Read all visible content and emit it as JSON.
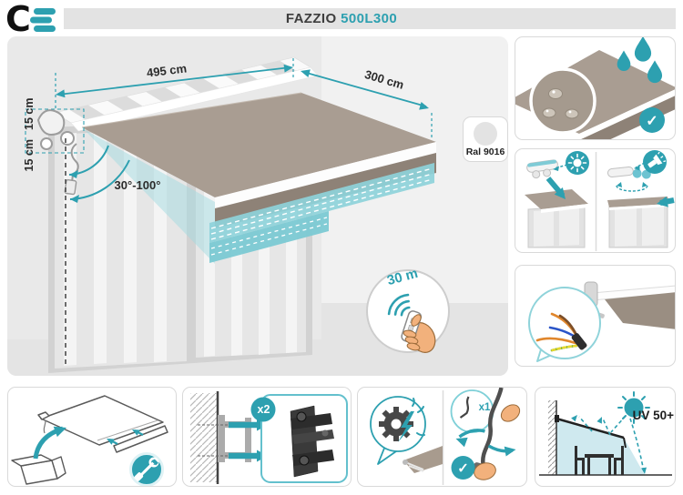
{
  "header": {
    "logo_letter": "C",
    "title_product": "FAZZIO",
    "title_model": "500L300"
  },
  "main_diagram": {
    "width_label": "495 cm",
    "projection_label": "300 cm",
    "mount_offset_label_1": "15 cm",
    "mount_offset_label_2": "15 cm",
    "pitch_angle_label": "30°-100°",
    "frame_color_label": "Ral 9016",
    "remote_range_label": "30 m"
  },
  "panels": {
    "wall_brackets_count": "x2",
    "crank_handle_count": "x1",
    "uv_protection_label": "UV 50+"
  },
  "icons": {
    "check": "✓"
  },
  "colors": {
    "accent_teal": "#2da0b0",
    "light_teal": "#8fd3da",
    "fabric_taupe": "#a99d92",
    "fabric_front": "#8e8277",
    "ral_9016_swatch": "#e3e3e3"
  }
}
